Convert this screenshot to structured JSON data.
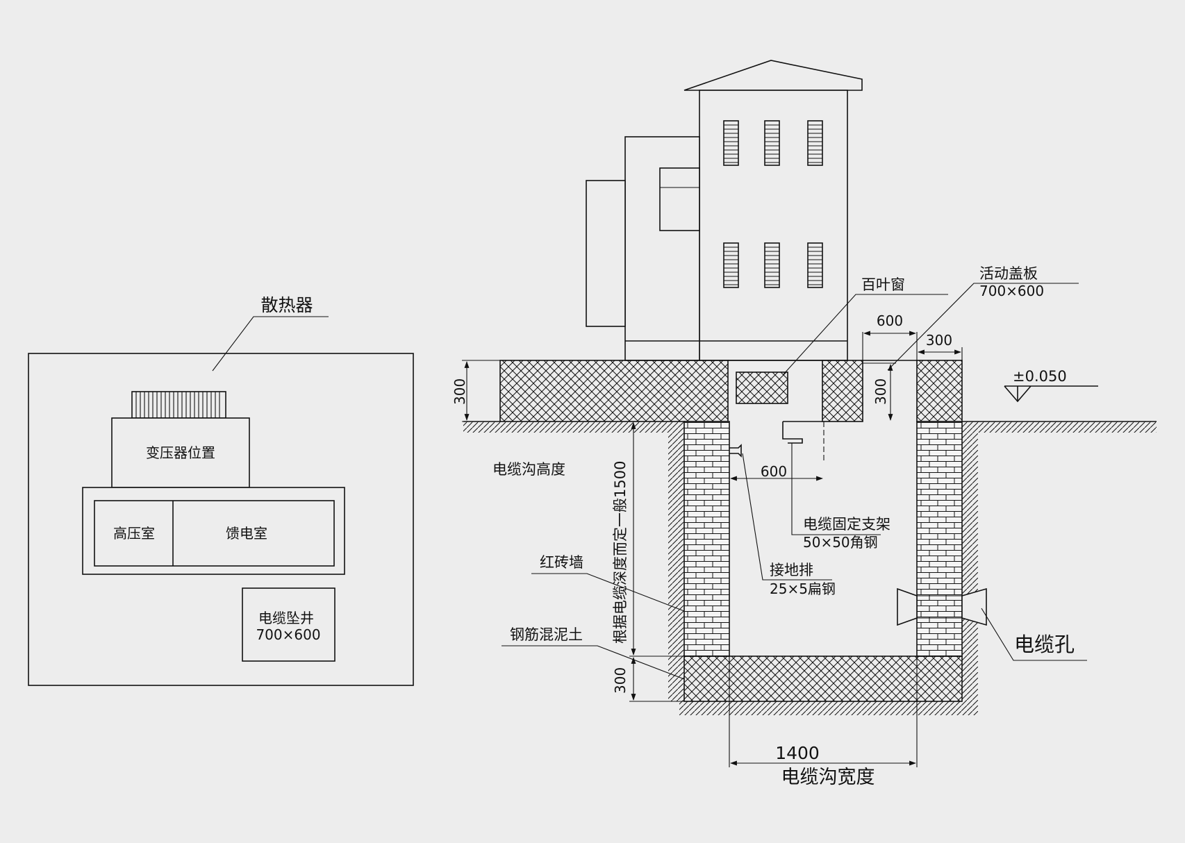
{
  "plan_view": {
    "radiator_label": "散热器",
    "transformer_label": "变压器位置",
    "hv_room_label": "高压室",
    "feeder_room_label": "馈电室",
    "cable_shaft_label": "电缆坠井",
    "cable_shaft_size": "700×600"
  },
  "section_view": {
    "louver_label": "百叶窗",
    "cover_label": "活动盖板",
    "cover_size": "700×600",
    "dim_cover_width": "600",
    "dim_wall_thickness": "300",
    "dim_top_slab": "300",
    "dim_cover_depth": "300",
    "elevation_label": "±0.050",
    "trench_height_label": "电缆沟高度",
    "depth_note": "根据电缆深度而定一般1500",
    "dim_bracket_spacing": "600",
    "bracket_label": "电缆固定支架",
    "bracket_spec": "50×50角钢",
    "ground_bar_label": "接地排",
    "ground_bar_spec": "25×5扁钢",
    "brick_wall_label": "红砖墙",
    "concrete_label": "钢筋混泥土",
    "dim_bottom_slab": "300",
    "cable_hole_label": "电缆孔",
    "dim_trench_width": "1400",
    "trench_width_label": "电缆沟宽度"
  }
}
